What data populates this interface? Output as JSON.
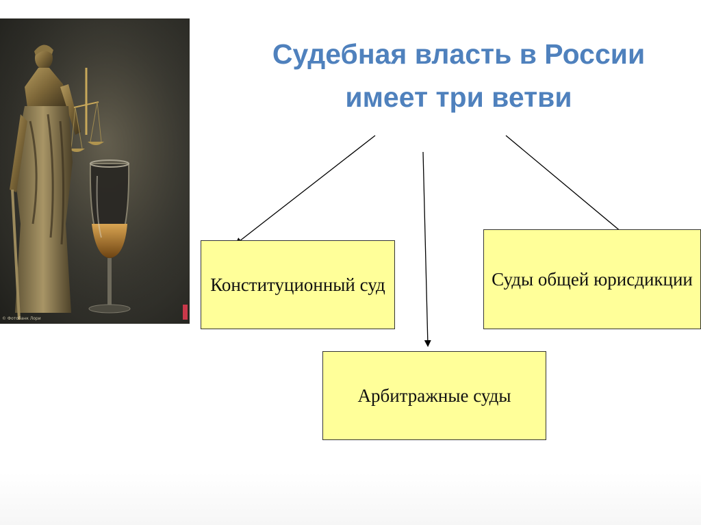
{
  "title": {
    "line1": "Судебная власть в России",
    "line2": "имеет три ветви"
  },
  "boxes": {
    "constitutional": "Конституционный суд",
    "general": "Суды общей юрисдикции",
    "arbitration": "Арбитражные суды"
  },
  "photo": {
    "caption": "© Фотобанк Лори"
  },
  "colors": {
    "title": "#4f81bd",
    "box_fill": "#ffff99",
    "box_border": "#333333"
  }
}
